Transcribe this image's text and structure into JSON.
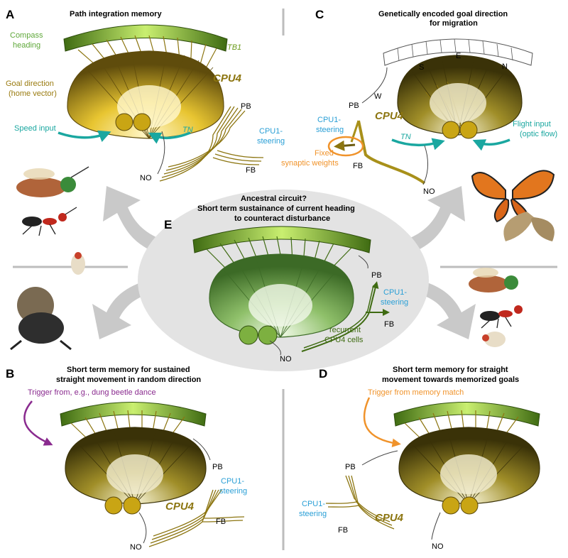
{
  "panels": {
    "A": {
      "letter": "A",
      "title": "Path integration memory",
      "compass_1": "Compass",
      "compass_2": "heading",
      "goal_1": "Goal direction",
      "goal_2": "(home vector)",
      "tb1": "TB1",
      "cpu4": "CPU4",
      "speed": "Speed input",
      "tn": "TN",
      "pb": "PB",
      "steer_1": "CPU1-",
      "steer_2": "steering",
      "fb": "FB",
      "no": "NO"
    },
    "B": {
      "letter": "B",
      "title_1": "Short term memory for sustained",
      "title_2": "straight movement in random direction",
      "trigger": "Trigger from, e.g., dung beetle dance",
      "pb": "PB",
      "steer_1": "CPU1-",
      "steer_2": "steering",
      "cpu4": "CPU4",
      "fb": "FB",
      "no": "NO"
    },
    "C": {
      "letter": "C",
      "title_1": "Genetically encoded goal direction",
      "title_2": "for migration",
      "s": "S",
      "e": "E",
      "n": "N",
      "w": "W",
      "pb": "PB",
      "cpu4": "CPU4",
      "steer_1": "CPU1-",
      "steer_2": "steering",
      "fixed_1": "Fixed",
      "fixed_2": "synaptic weights",
      "fb": "FB",
      "tn": "TN",
      "flight_1": "Flight input",
      "flight_2": "(optic flow)",
      "no": "NO"
    },
    "D": {
      "letter": "D",
      "title_1": "Short term memory for straight",
      "title_2": "movement towards memorized goals",
      "trigger": "Trigger from memory match",
      "pb": "PB",
      "steer_1": "CPU1-",
      "steer_2": "steering",
      "cpu4": "CPU4",
      "fb": "FB",
      "no": "NO"
    },
    "E": {
      "letter": "E",
      "title_1": "Ancestral circuit?",
      "title_2": "Short term sustainance of current heading",
      "title_3": "to counteract disturbance",
      "pb": "PB",
      "steer_1": "CPU1-",
      "steer_2": "steering",
      "fb": "FB",
      "rec_1": "recurrent",
      "rec_2": "CPU4 cells",
      "no": "NO"
    }
  },
  "colors": {
    "green_light": "#b8e05a",
    "green_dark": "#3f6b12",
    "gold": "#c9a514",
    "gold_dark": "#6b5a10",
    "teal": "#1aa7a0",
    "blue_text": "#2a9fd6",
    "purple": "#8a2b8f",
    "orange": "#f0932b",
    "grey_arrow": "#c9c9c9",
    "ellipse_fill": "#e3e3e3"
  }
}
